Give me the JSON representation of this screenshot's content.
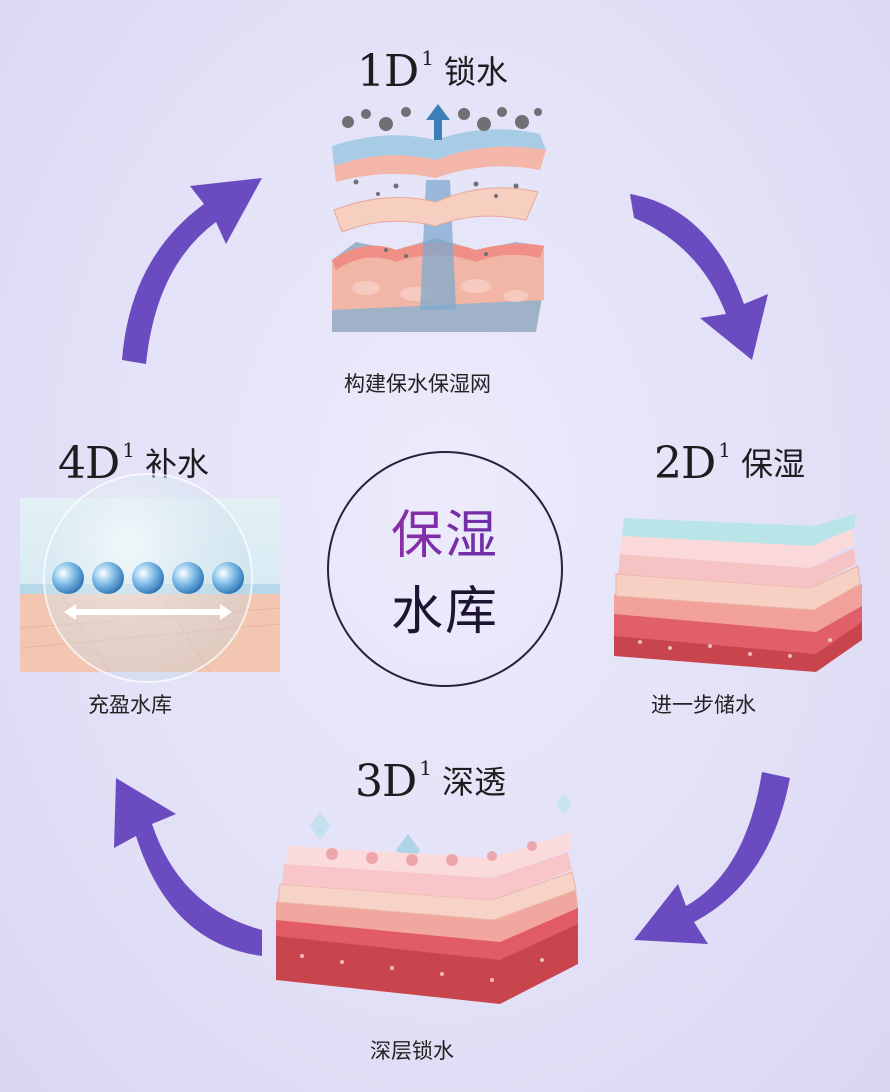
{
  "stages": [
    {
      "num": "1D",
      "sup": "1",
      "word": "锁水",
      "caption": "构建保水保湿网"
    },
    {
      "num": "2D",
      "sup": "1",
      "word": "保湿",
      "caption": "进一步储水"
    },
    {
      "num": "3D",
      "sup": "1",
      "word": "深透",
      "caption": "深层锁水"
    },
    {
      "num": "4D",
      "sup": "1",
      "word": "补水",
      "caption": "充盈水库"
    }
  ],
  "center": {
    "line1": "保湿",
    "line2": "水库"
  },
  "colors": {
    "arrow": "#6a4bc0",
    "skin_red": "#e07a82",
    "skin_pink": "#f6c6c8",
    "water_blue": "#7fb6dc",
    "circle_border": "#2a1f3c"
  }
}
